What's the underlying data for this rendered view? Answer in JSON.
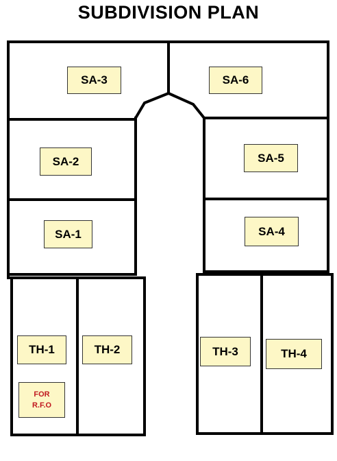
{
  "title": "SUBDIVISION PLAN",
  "colors": {
    "label_fill": "#fdf7c6",
    "label_border": "#333333",
    "line": "#000000",
    "note_text": "#c0181f"
  },
  "lots": [
    {
      "id": "sa3",
      "label": "SA-3"
    },
    {
      "id": "sa6",
      "label": "SA-6"
    },
    {
      "id": "sa2",
      "label": "SA-2"
    },
    {
      "id": "sa5",
      "label": "SA-5"
    },
    {
      "id": "sa1",
      "label": "SA-1"
    },
    {
      "id": "sa4",
      "label": "SA-4"
    },
    {
      "id": "th1",
      "label": "TH-1"
    },
    {
      "id": "th2",
      "label": "TH-2"
    },
    {
      "id": "th3",
      "label": "TH-3"
    },
    {
      "id": "th4",
      "label": "TH-4"
    }
  ],
  "note": {
    "line1": "FOR",
    "line2": "R.F.O"
  }
}
